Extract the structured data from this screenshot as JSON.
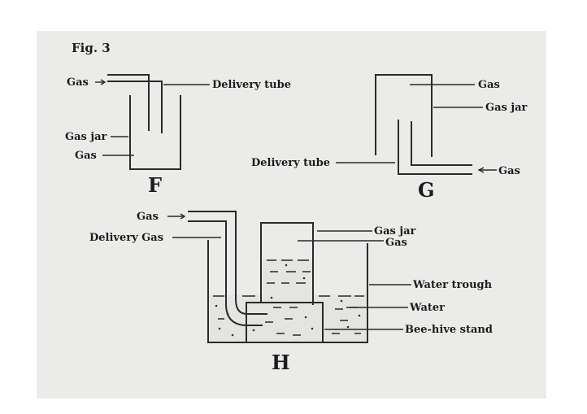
{
  "figure_title": "Fig. 3",
  "diagrams": {
    "F": {
      "letter": "F",
      "labels": {
        "gas_in": "Gas",
        "delivery_tube": "Delivery tube",
        "gas_jar": "Gas jar",
        "gas": "Gas"
      }
    },
    "G": {
      "letter": "G",
      "labels": {
        "gas": "Gas",
        "gas_jar": "Gas jar",
        "delivery_tube": "Delivery tube",
        "gas_in": "Gas"
      }
    },
    "H": {
      "letter": "H",
      "labels": {
        "gas_in": "Gas",
        "delivery_gas": "Delivery Gas",
        "gas_jar": "Gas jar",
        "gas": "Gas",
        "water_trough": "Water trough",
        "water": "Water",
        "bee_hive_stand": "Bee-hive stand"
      }
    }
  },
  "colors": {
    "background": "#ffffff",
    "paper": "#ebebea",
    "ink": "#2a2a2a",
    "water": "#e4e4e2"
  }
}
